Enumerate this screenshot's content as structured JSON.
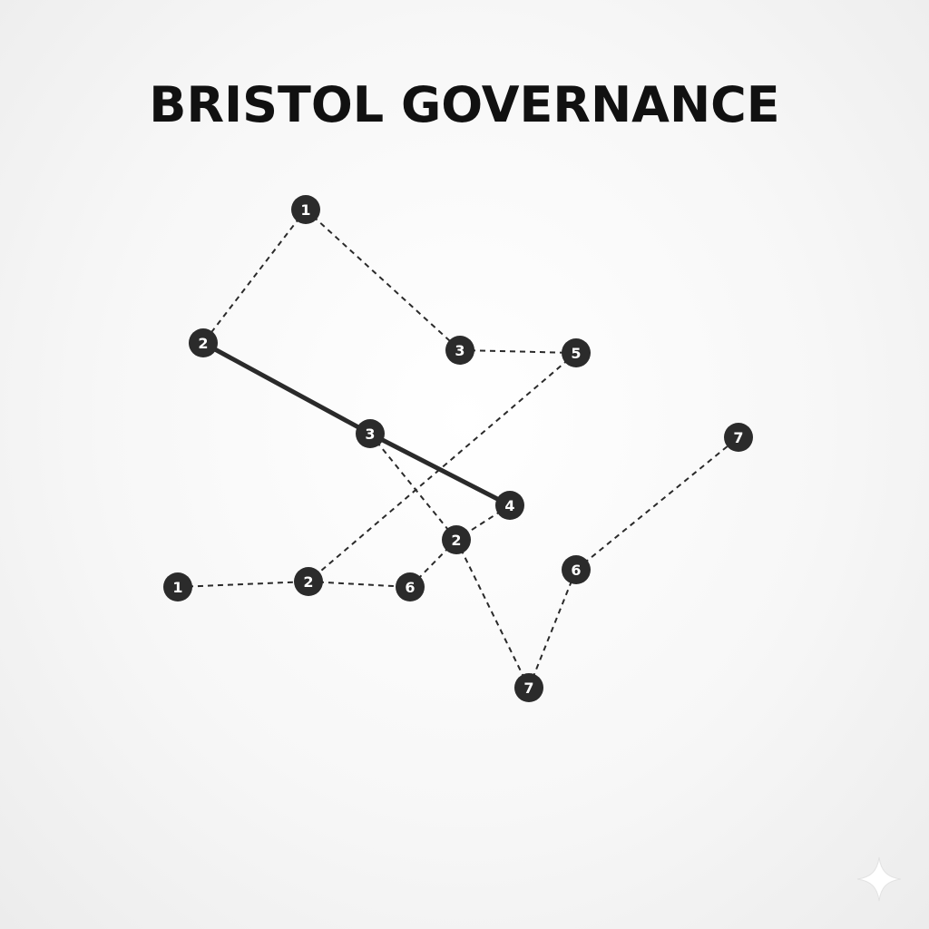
{
  "title": "BRISTOL GOVERNANCE",
  "colors": {
    "node_fill": "#2b2b2b",
    "node_label": "#ffffff",
    "edge": "#2a2a2a",
    "title": "#111111"
  },
  "nodes": [
    {
      "id": "n1",
      "label": "1"
    },
    {
      "id": "n2",
      "label": "2"
    },
    {
      "id": "n3",
      "label": "3"
    },
    {
      "id": "n5",
      "label": "5"
    },
    {
      "id": "m3",
      "label": "3"
    },
    {
      "id": "m4",
      "label": "4"
    },
    {
      "id": "m2",
      "label": "2"
    },
    {
      "id": "b1",
      "label": "1"
    },
    {
      "id": "b2",
      "label": "2"
    },
    {
      "id": "b6",
      "label": "6"
    },
    {
      "id": "r7",
      "label": "7"
    },
    {
      "id": "r6",
      "label": "6"
    },
    {
      "id": "b7",
      "label": "7"
    }
  ],
  "edges": [
    {
      "from": "n1",
      "to": "n2",
      "style": "dashed"
    },
    {
      "from": "n1",
      "to": "n3",
      "style": "dashed"
    },
    {
      "from": "n3",
      "to": "n5",
      "style": "dashed"
    },
    {
      "from": "n5",
      "to": "b2",
      "style": "dashed"
    },
    {
      "from": "n2",
      "to": "m3",
      "style": "solid"
    },
    {
      "from": "m3",
      "to": "m4",
      "style": "solid"
    },
    {
      "from": "m3",
      "to": "m2",
      "style": "dashed"
    },
    {
      "from": "m4",
      "to": "m2",
      "style": "dashed"
    },
    {
      "from": "m2",
      "to": "b6",
      "style": "dashed"
    },
    {
      "from": "b1",
      "to": "b2",
      "style": "dashed"
    },
    {
      "from": "b2",
      "to": "b6",
      "style": "dashed"
    },
    {
      "from": "m2",
      "to": "b7",
      "style": "dashed"
    },
    {
      "from": "b7",
      "to": "r6",
      "style": "dashed"
    },
    {
      "from": "r6",
      "to": "r7",
      "style": "dashed"
    }
  ],
  "icons": {
    "watermark": "sparkle-icon"
  }
}
